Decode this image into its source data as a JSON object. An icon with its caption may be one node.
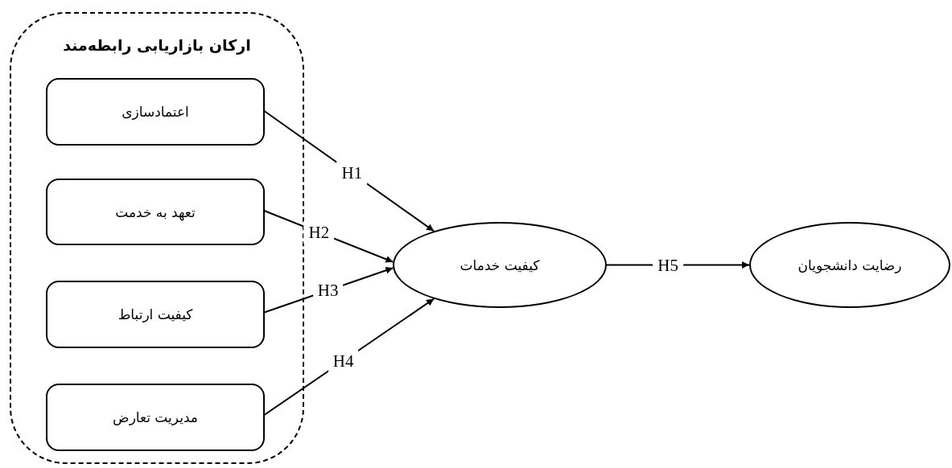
{
  "diagram": {
    "nodes": [
      {
        "text": [
          "ارکان بازاریابی رابطه‌مند"
        ]
      },
      {
        "text": [
          "اعتمادسازی"
        ],
        "in": 0
      },
      {
        "text": [
          "تعهد به خدمت"
        ],
        "in": 0
      },
      {
        "text": [
          "کیفیت ارتباط"
        ],
        "in": 0
      },
      {
        "text": [
          "مدیریت تعارض"
        ],
        "in": 0
      },
      {
        "text": [
          "کیفیت خدمات"
        ]
      },
      {
        "text": [
          "رضایت دانشجویان"
        ]
      }
    ],
    "edges": [
      {
        "from": 1,
        "to": 5,
        "arrow": "to",
        "label": "H1"
      },
      {
        "from": 2,
        "to": 5,
        "arrow": "to",
        "label": "H2"
      },
      {
        "from": 3,
        "to": 5,
        "arrow": "to",
        "label": "H3"
      },
      {
        "from": 4,
        "to": 5,
        "arrow": "to",
        "label": "H4"
      },
      {
        "from": 5,
        "to": 6,
        "arrow": "to",
        "label": "H5"
      }
    ]
  }
}
